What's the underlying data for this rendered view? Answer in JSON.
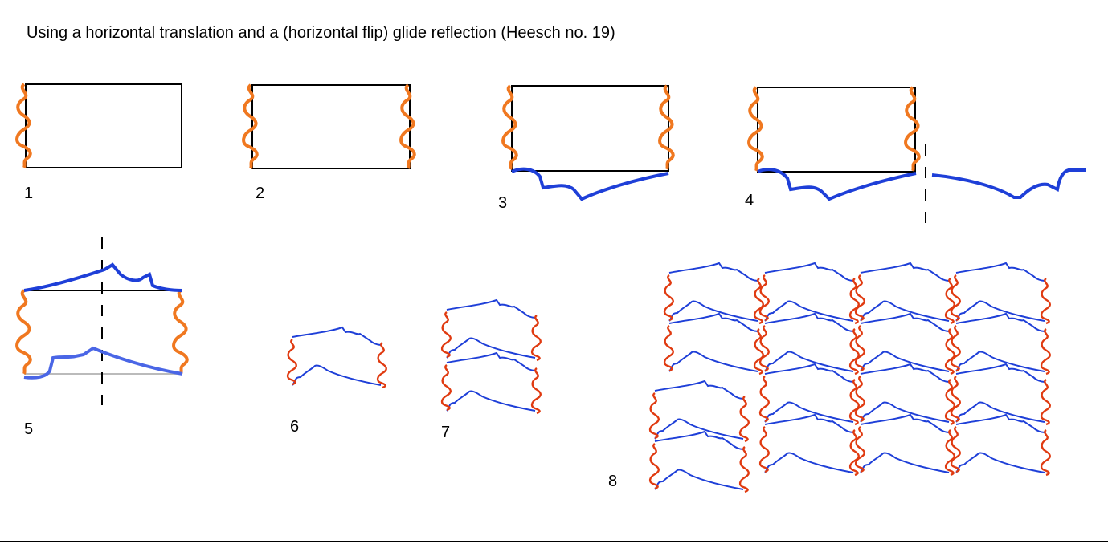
{
  "title": "Using a horizontal translation and a (horizontal flip) glide reflection  (Heesch no. 19)",
  "step_labels": [
    "1",
    "2",
    "3",
    "4",
    "5",
    "6",
    "7",
    "8"
  ],
  "colors": {
    "edge_thick": "#f07820",
    "edge_thin": "#e03a10",
    "curve": "#1e3fd8",
    "line": "#000000"
  }
}
